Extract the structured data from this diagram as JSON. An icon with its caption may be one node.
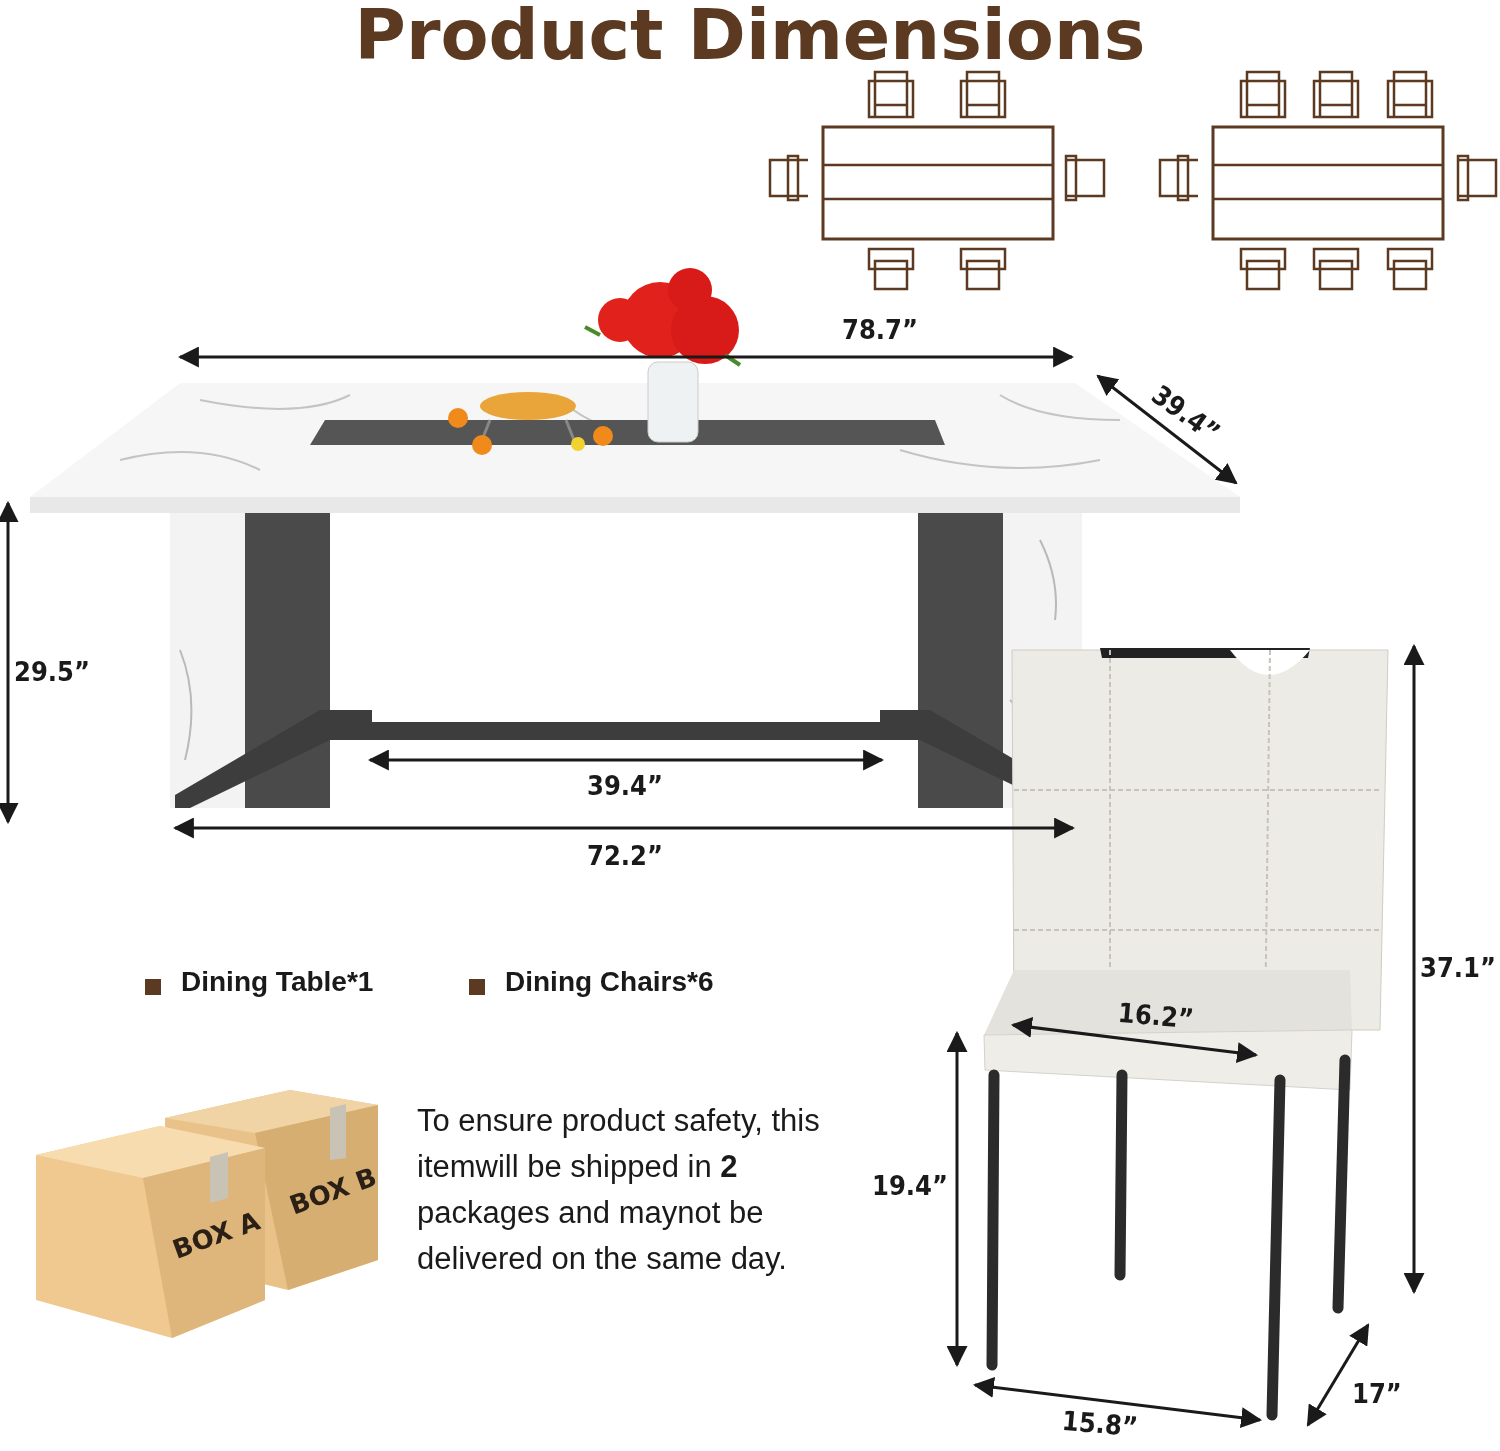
{
  "diagram": {
    "title": "Product Dimensions",
    "labels": [
      "78.7”",
      "39.4”",
      "29.5”",
      "39.4”",
      "72.2”",
      "Dining Table*1",
      "Dining Chairs*6",
      "37.1”",
      "16.2”",
      "BOX B",
      "BOX A",
      "To ensure product safety, this itemwill be shipped in **2** packages and maynot be delivered on the same day.",
      "19.4”",
      "17”",
      "15.8”"
    ]
  }
}
